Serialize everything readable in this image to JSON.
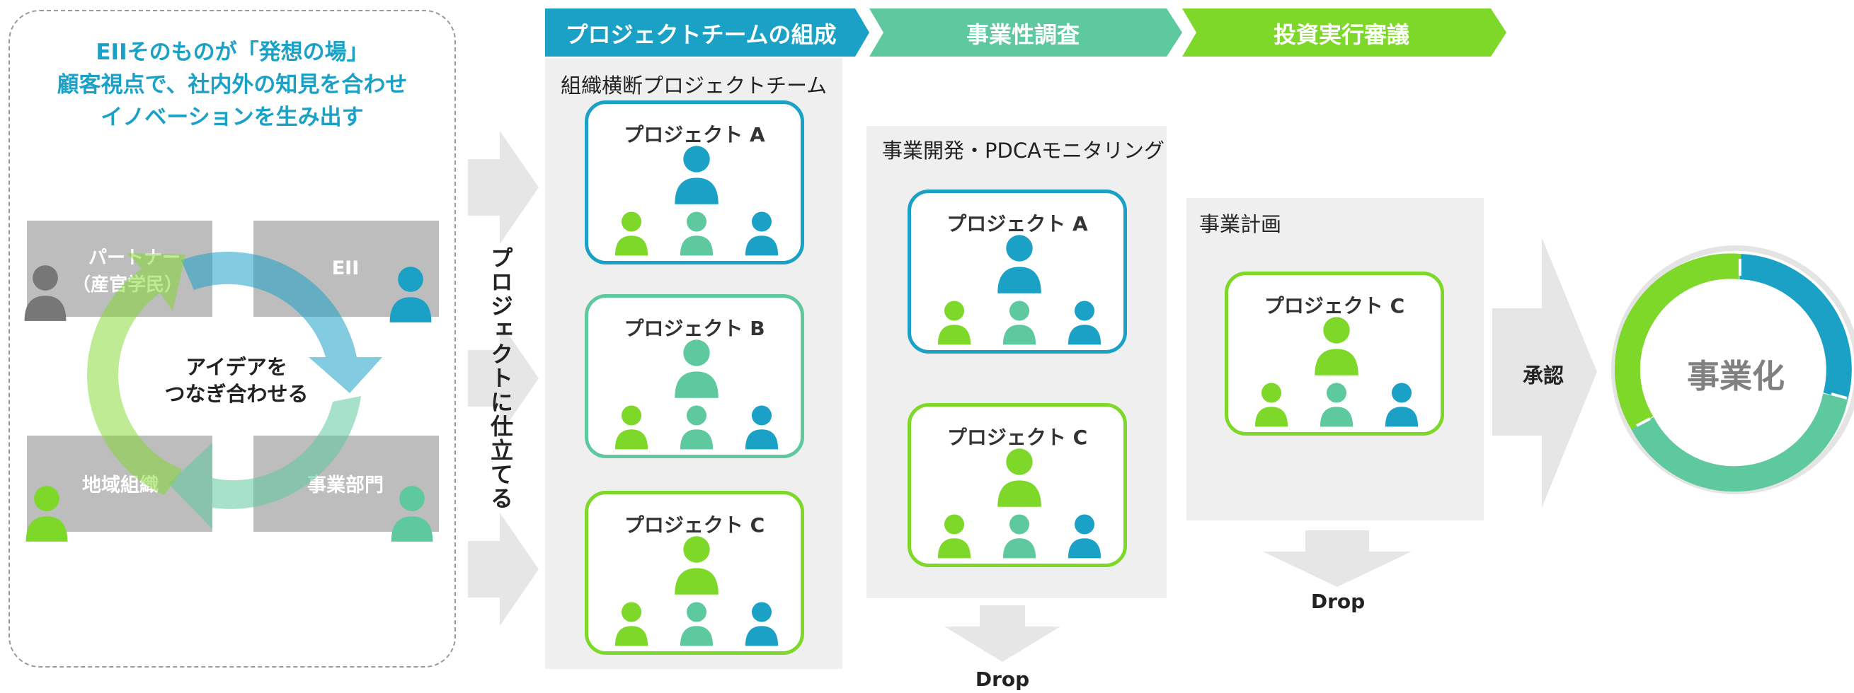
{
  "colors": {
    "blue": "#1BA1C6",
    "teal": "#5EC89E",
    "green": "#7ED82A",
    "gray_box": "#BDBDBD",
    "panel": "#EFEFEF",
    "arrow_gray": "#E6E6E6",
    "person_gray": "#777777",
    "text_dark": "#333333",
    "title_blue": "#1BA1C6"
  },
  "left_panel": {
    "title_lines": [
      "EIIそのものが「発想の場」",
      "顧客視点で、社内外の知見を合わせ",
      "イノベーションを生み出す"
    ],
    "boxes": {
      "partner_line1": "パートナー",
      "partner_line2": "（産官学民）",
      "eii": "EII",
      "region": "地域組織",
      "business": "事業部門"
    },
    "cycle_center_line1": "アイデアを",
    "cycle_center_line2": "つなぎ合わせる"
  },
  "vertical_label": "プロジェクトに仕立てる",
  "stages": [
    "プロジェクトチームの組成",
    "事業性調査",
    "投資実行審議"
  ],
  "panel1": {
    "title": "組織横断プロジェクトチーム",
    "cards": [
      "プロジェクト A",
      "プロジェクト B",
      "プロジェクト C"
    ]
  },
  "panel2": {
    "title": "事業開発・PDCAモニタリング",
    "cards": [
      "プロジェクト A",
      "プロジェクト C"
    ],
    "drop": "Drop"
  },
  "panel3": {
    "title": "事業計画",
    "cards": [
      "プロジェクト C"
    ],
    "drop": "Drop"
  },
  "approve": "承認",
  "result": "事業化"
}
